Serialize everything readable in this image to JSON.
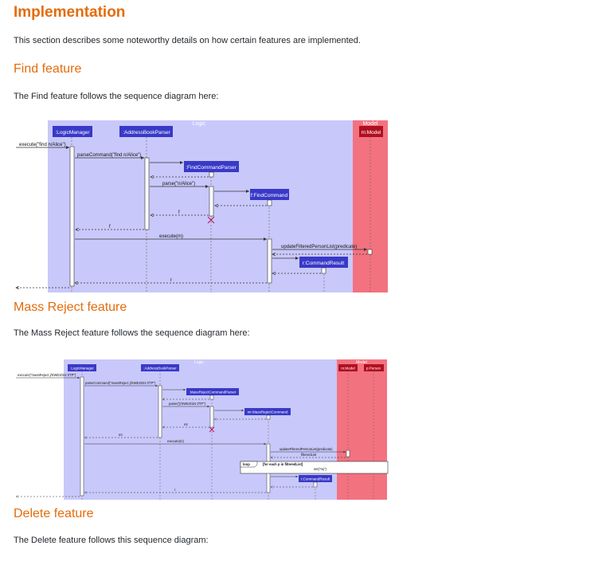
{
  "sections": {
    "implementation": {
      "title": "Implementation",
      "intro": "This section describes some noteworthy details on how certain features are implemented."
    },
    "find": {
      "title": "Find feature",
      "desc": "The Find feature follows the sequence diagram here:"
    },
    "mass_reject": {
      "title": "Mass Reject feature",
      "desc": "The Mass Reject feature follows the sequence diagram here:"
    },
    "delete": {
      "title": "Delete feature",
      "desc": "The Delete feature follows this sequence diagram:"
    }
  },
  "find_diagram": {
    "frame_logic": "Logic",
    "frame_model": "Model",
    "participants": {
      "logic_manager": ":LogicManager",
      "parser": ":AddressBookParser",
      "find_parser": ":FindCommandParser",
      "find_command": "f:FindCommand",
      "model": "m:Model",
      "result": "r:CommandResult"
    },
    "messages": {
      "execute_in": "execute(\"find n/Alice\")",
      "parse_command": "parseCommand(\"find n/Alice\")",
      "parse": "parse(\"n/Alice\")",
      "ret_f1": "f",
      "ret_f2": "f",
      "execute_m": "execute(m)",
      "update": "updateFilteredPersonList(predicate)",
      "ret_r": "r"
    }
  },
  "mass_diagram": {
    "frame_logic": "Logic",
    "frame_model": "Model",
    "participants": {
      "logic_manager": ":LogicManager",
      "parser": ":AddressBookParser",
      "mr_parser": ":MassRejectCommandParser",
      "mr_command": "mr:MassRejectCommand",
      "model": "m:Model",
      "person": "p:Person",
      "result": "r:CommandResult"
    },
    "messages": {
      "execute_in": "execute(\"massReject j/SWE2024 t/TP\")",
      "parse_command": "parseCommand(\"massReject j/SWE2024 t/TP\")",
      "parse": "parse(\"j/SWE2024 t/TP\")",
      "ret_mr1": "mr",
      "ret_mr2": "mr",
      "execute_m": "execute(m)",
      "update": "updateFilteredPersonList(predicate)",
      "filtered": "filteredList",
      "loop_keyword": "loop",
      "loop_label": "[for each p in filteredList]",
      "set_tag": "set(\"rej\")",
      "ret_r": "r"
    }
  }
}
